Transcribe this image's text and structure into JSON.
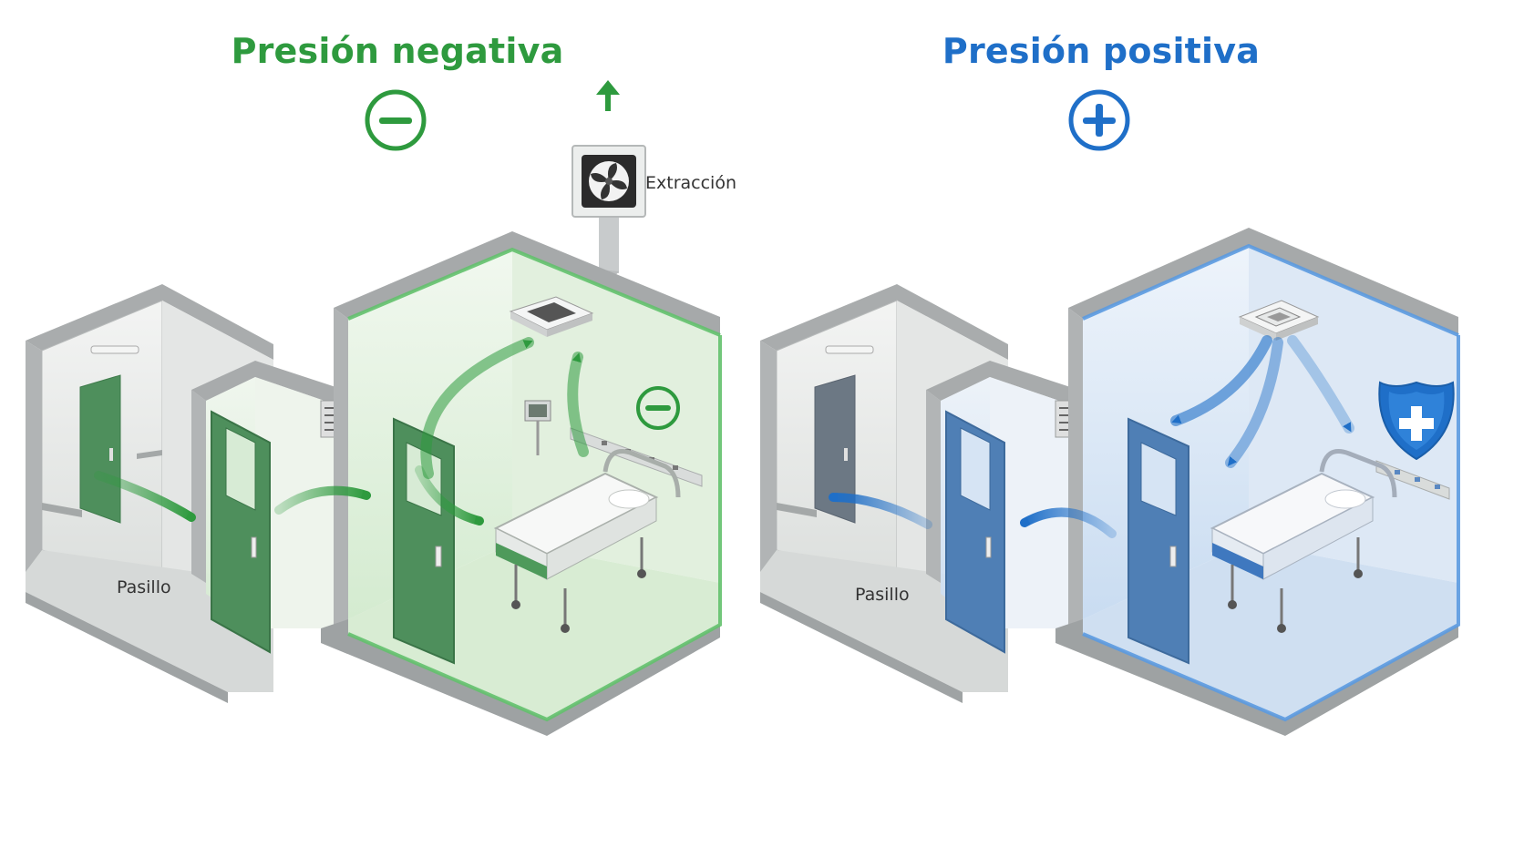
{
  "colors": {
    "negative": "#2e9a3e",
    "negative_light": "#dff0dc",
    "negative_door": "#4e8f5c",
    "positive": "#1f6fc8",
    "positive_light": "#d8e6f6",
    "positive_door": "#4f7fb5",
    "wall": "#e9ebea",
    "frame": "#a6a9ab",
    "floor": "#d9dcdb"
  },
  "negative_panel": {
    "title": "Presión negativa",
    "symbol": "−",
    "exhaust_label": "Extracción",
    "hallway_label": "Pasillo",
    "icons": {
      "minus": "minus-circle-icon",
      "fan": "fan-icon",
      "arrow": "up-arrow-icon",
      "bed": "hospital-bed-icon"
    }
  },
  "positive_panel": {
    "title": "Presión positiva",
    "symbol": "+",
    "hallway_label": "Pasillo",
    "icons": {
      "plus": "plus-circle-icon",
      "shield": "medical-shield-icon",
      "bed": "hospital-bed-icon",
      "vent": "ceiling-vent-icon"
    }
  }
}
